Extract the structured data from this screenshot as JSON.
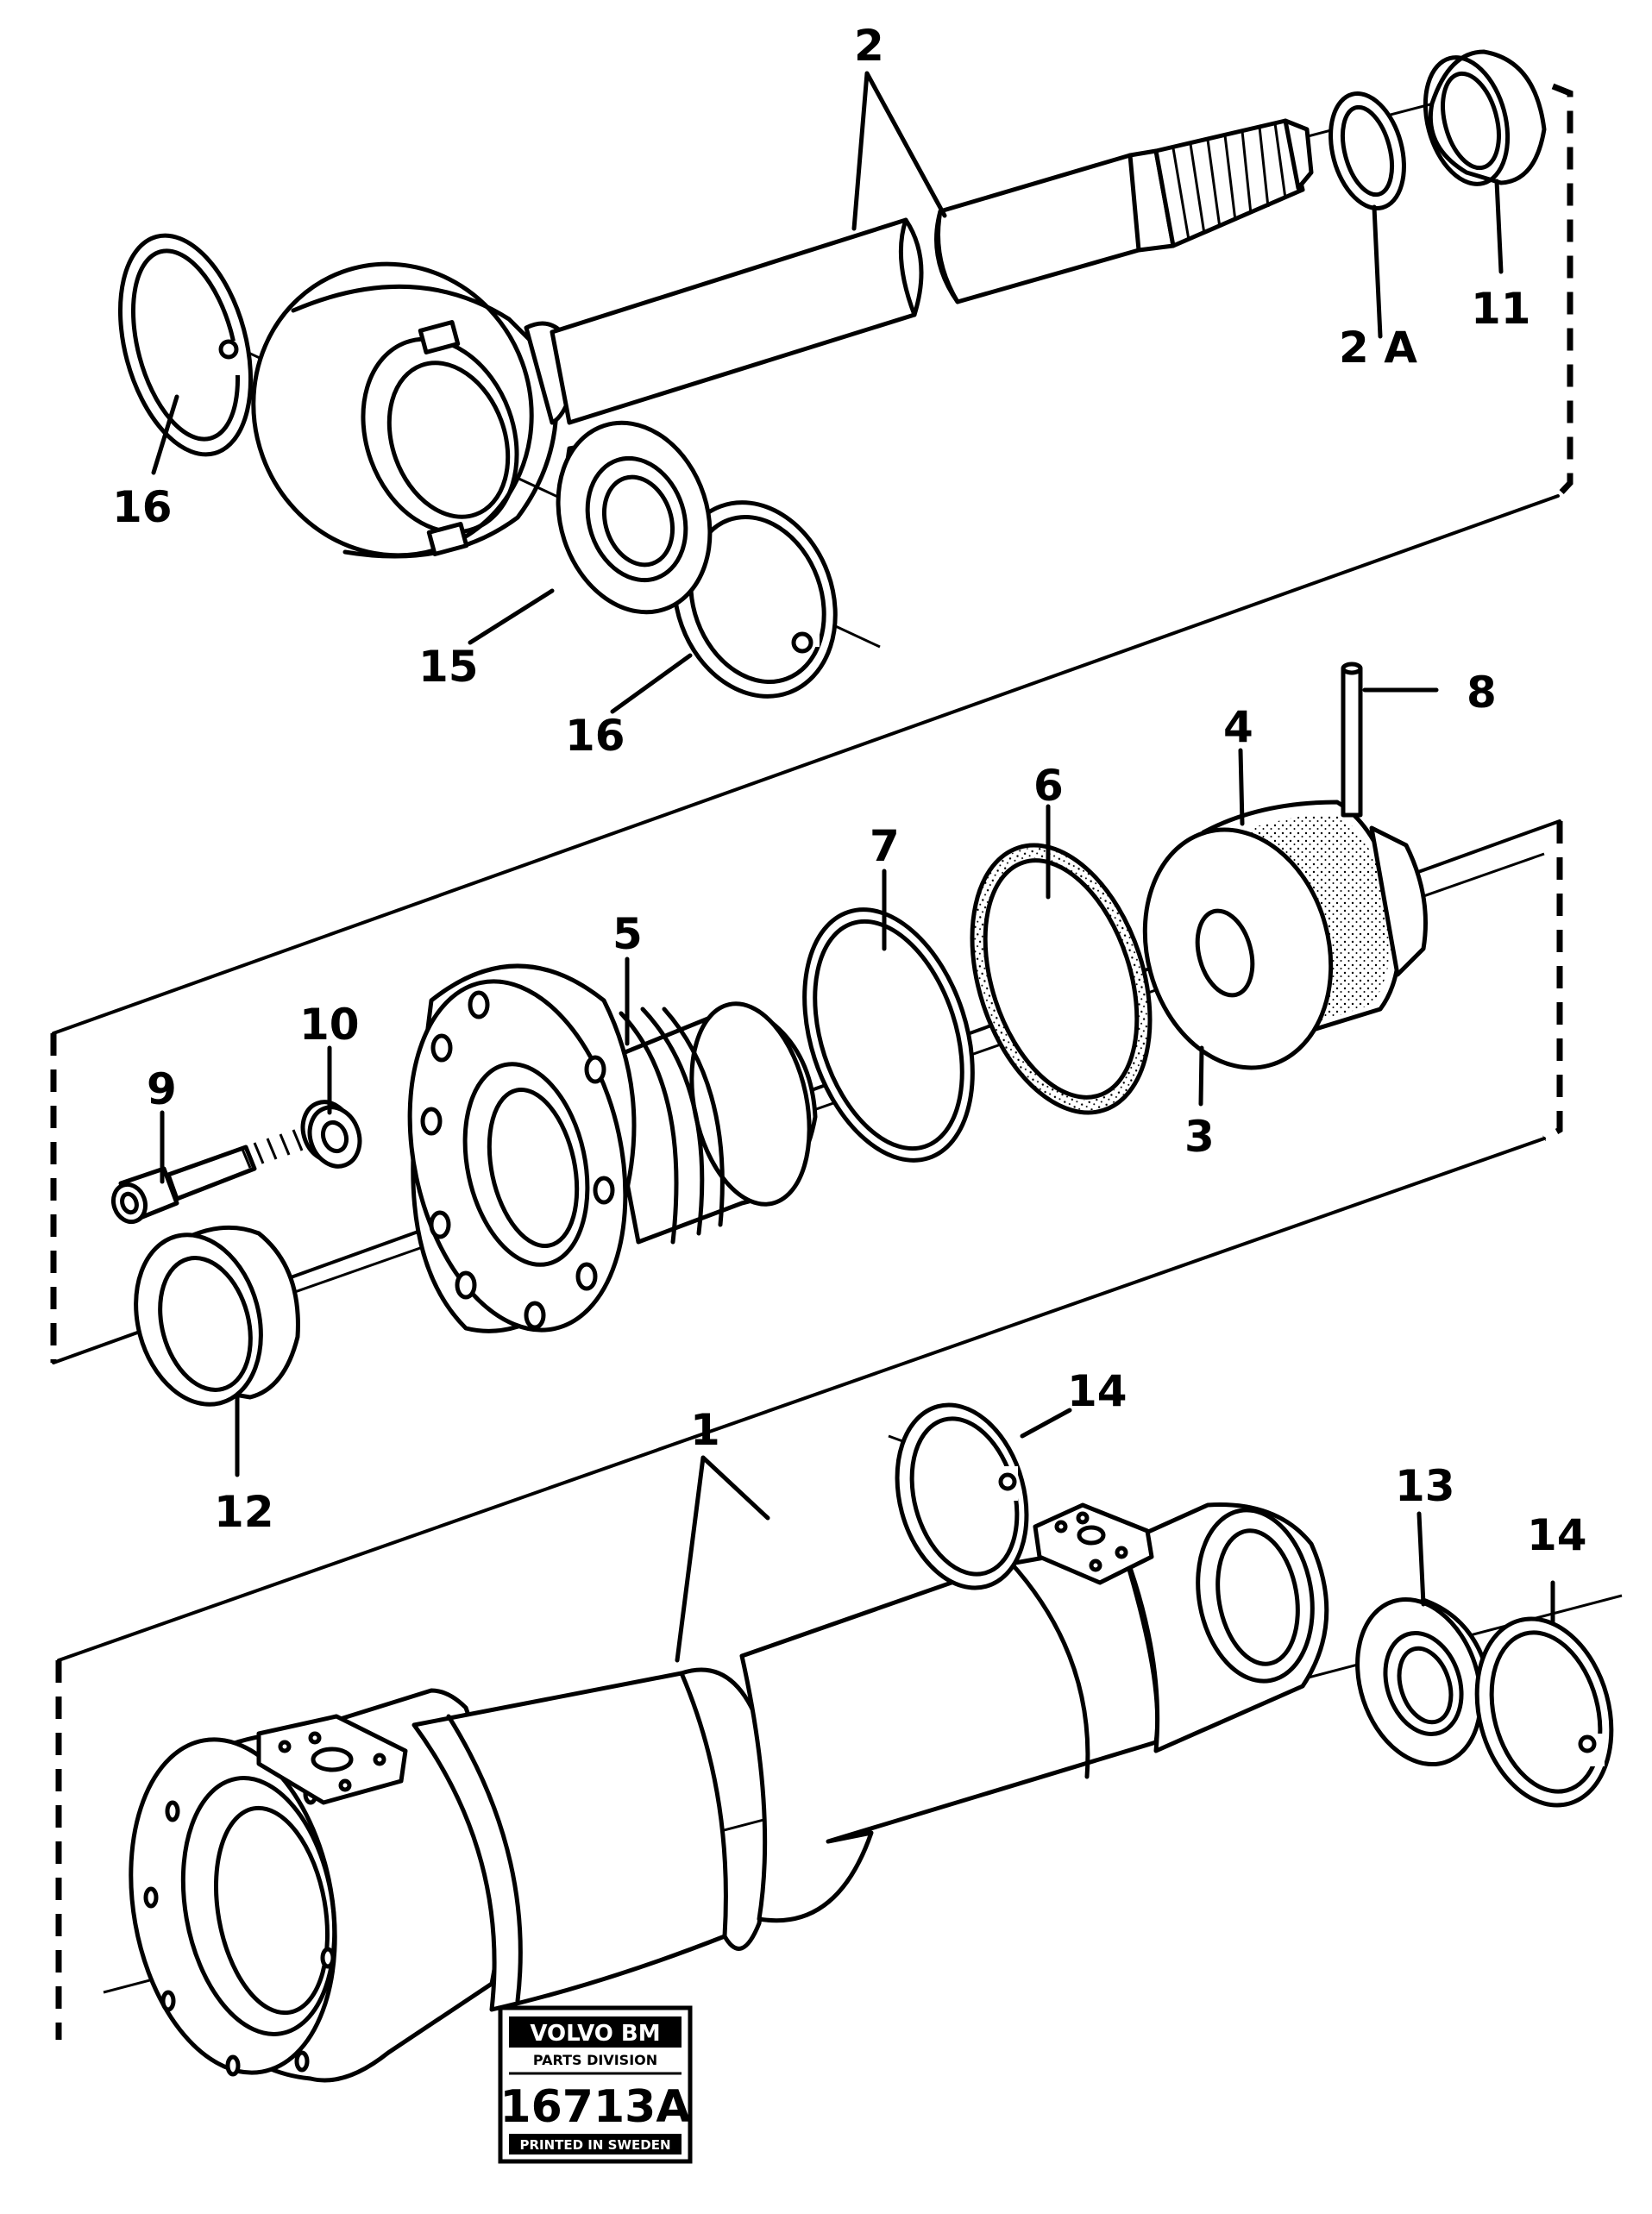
{
  "diagram": {
    "labels": {
      "p1": "1",
      "p2": "2",
      "p2a": "2 A",
      "p3": "3",
      "p4": "4",
      "p5": "5",
      "p6": "6",
      "p7": "7",
      "p8": "8",
      "p9": "9",
      "p10": "10",
      "p11": "11",
      "p12": "12",
      "p13": "13",
      "p14a": "14",
      "p14b": "14",
      "p15": "15",
      "p16a": "16",
      "p16b": "16"
    },
    "stamp": {
      "brand": "VOLVO BM",
      "division": "PARTS DIVISION",
      "number": "16713A",
      "printed": "PRINTED IN SWEDEN"
    }
  }
}
